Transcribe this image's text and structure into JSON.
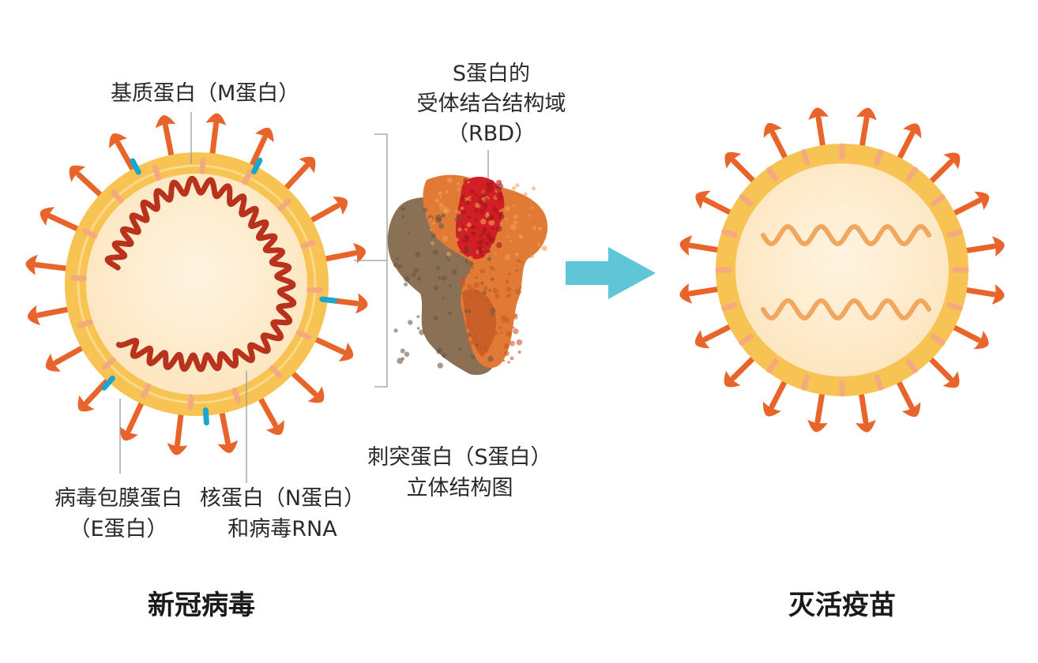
{
  "labels": {
    "m_protein": "基质蛋白（M蛋白）",
    "rbd_line1": "S蛋白的",
    "rbd_line2": "受体结合结构域",
    "rbd_line3": "（RBD）",
    "e_protein_line1": "病毒包膜蛋白",
    "e_protein_line2": "（E蛋白）",
    "n_protein_line1": "核蛋白（N蛋白）",
    "n_protein_line2": "和病毒RNA",
    "s_protein_line1": "刺突蛋白（S蛋白）",
    "s_protein_line2": "立体结构图"
  },
  "titles": {
    "virus": "新冠病毒",
    "vaccine": "灭活疫苗"
  },
  "colors": {
    "spike": "#e8642a",
    "envelope_outer": "#f7c453",
    "envelope_inner": "#fde9c8",
    "rna_active": "#b8321c",
    "rna_inactive": "#f0a860",
    "e_protein": "#1ba6cf",
    "m_protein": "#f4a97e",
    "arrow": "#5ec6d6",
    "rbd": "#d21e25",
    "s_protein_orange": "#e07a35",
    "s_protein_brown": "#8a7155"
  },
  "icons": [
    "spike-protein-icon",
    "arrow-right-icon"
  ]
}
